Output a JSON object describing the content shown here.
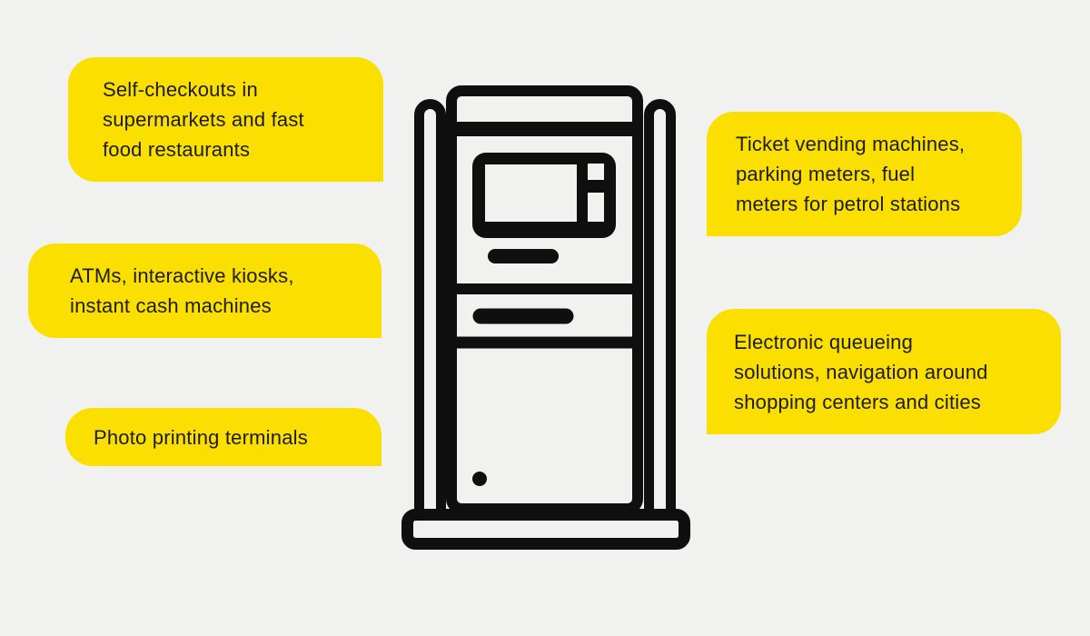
{
  "canvas": {
    "background_color": "#f1f1f0",
    "accent_color": "#fbdf00",
    "line_color": "#0f0f0f",
    "text_color": "#1c1c1c"
  },
  "illustration": {
    "name": "self-service-kiosk-icon",
    "parts": [
      "top-header",
      "screen-with-button-strip",
      "card-slot",
      "receipt-slot",
      "cabinet-door-with-lock",
      "side-posts",
      "base-plinth"
    ]
  },
  "bubbles": [
    {
      "id": "self-checkouts",
      "side": "left",
      "text": "Self-checkouts in supermarkets and fast food restaurants",
      "lines": [
        "Self-checkouts in",
        "supermarkets and fast",
        "food restaurants"
      ]
    },
    {
      "id": "atms",
      "side": "left",
      "text": "ATMs, interactive kiosks, instant cash machines",
      "lines": [
        "ATMs, interactive kiosks,",
        "instant cash machines"
      ]
    },
    {
      "id": "photo-printing",
      "side": "left",
      "text": "Photo printing terminals",
      "lines": [
        "Photo printing terminals"
      ]
    },
    {
      "id": "ticket-vending",
      "side": "right",
      "text": "Ticket vending machines, parking meters, fuel meters for petrol stations",
      "lines": [
        "Ticket vending machines,",
        "parking meters, fuel",
        "meters for petrol stations"
      ]
    },
    {
      "id": "queueing",
      "side": "right",
      "text": "Electronic queueing solutions, navigation around shopping centers and cities",
      "lines": [
        "Electronic queueing",
        "solutions, navigation around",
        "shopping centers and cities"
      ]
    }
  ]
}
